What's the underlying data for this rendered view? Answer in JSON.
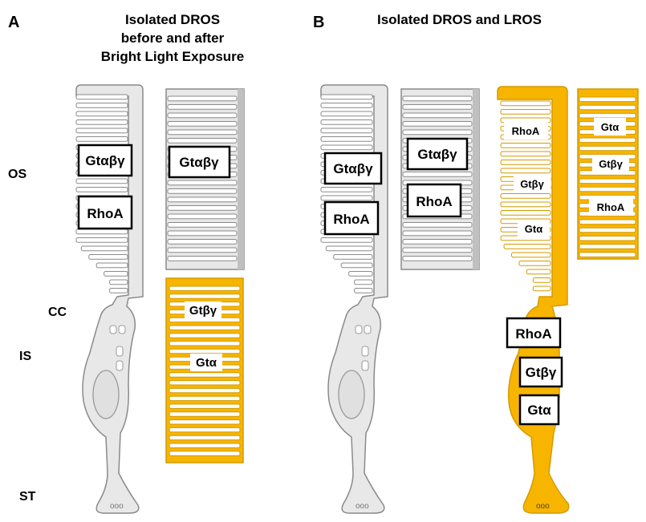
{
  "panels": {
    "a": {
      "letter": "A",
      "title_lines": [
        "Isolated DROS",
        "before and after",
        "Bright Light Exposure"
      ]
    },
    "b": {
      "letter": "B",
      "title": "Isolated DROS and LROS"
    }
  },
  "regions": {
    "os": "OS",
    "cc": "CC",
    "is": "IS",
    "st": "ST"
  },
  "labels": {
    "a_rod_g": "Gtαβγ",
    "a_rod_rhoa": "RhoA",
    "a_dros_g": "Gtαβγ",
    "a_lros_gbg": "Gtβγ",
    "a_lros_ga": "Gtα",
    "b_rod_g": "Gtαβγ",
    "b_rod_rhoa": "RhoA",
    "b_dros_g": "Gtαβγ",
    "b_dros_rhoa": "RhoA",
    "b_light_rhoa": "RhoA",
    "b_light_gbg": "Gtβγ",
    "b_light_ga": "Gtα",
    "b_lros_ga": "Gtα",
    "b_lros_gbg": "Gtβγ",
    "b_lros_rhoa": "RhoA",
    "b_is_rhoa": "RhoA",
    "b_is_gbg": "Gtβγ",
    "b_is_ga": "Gtα"
  },
  "colors": {
    "dark_fill": "#e8e8e8",
    "dark_stroke": "#8a8a8a",
    "light_fill": "#f7b500",
    "light_stroke": "#d49a00",
    "disc_gray": "#d0d0d0",
    "disc_fill": "#ffffff"
  }
}
